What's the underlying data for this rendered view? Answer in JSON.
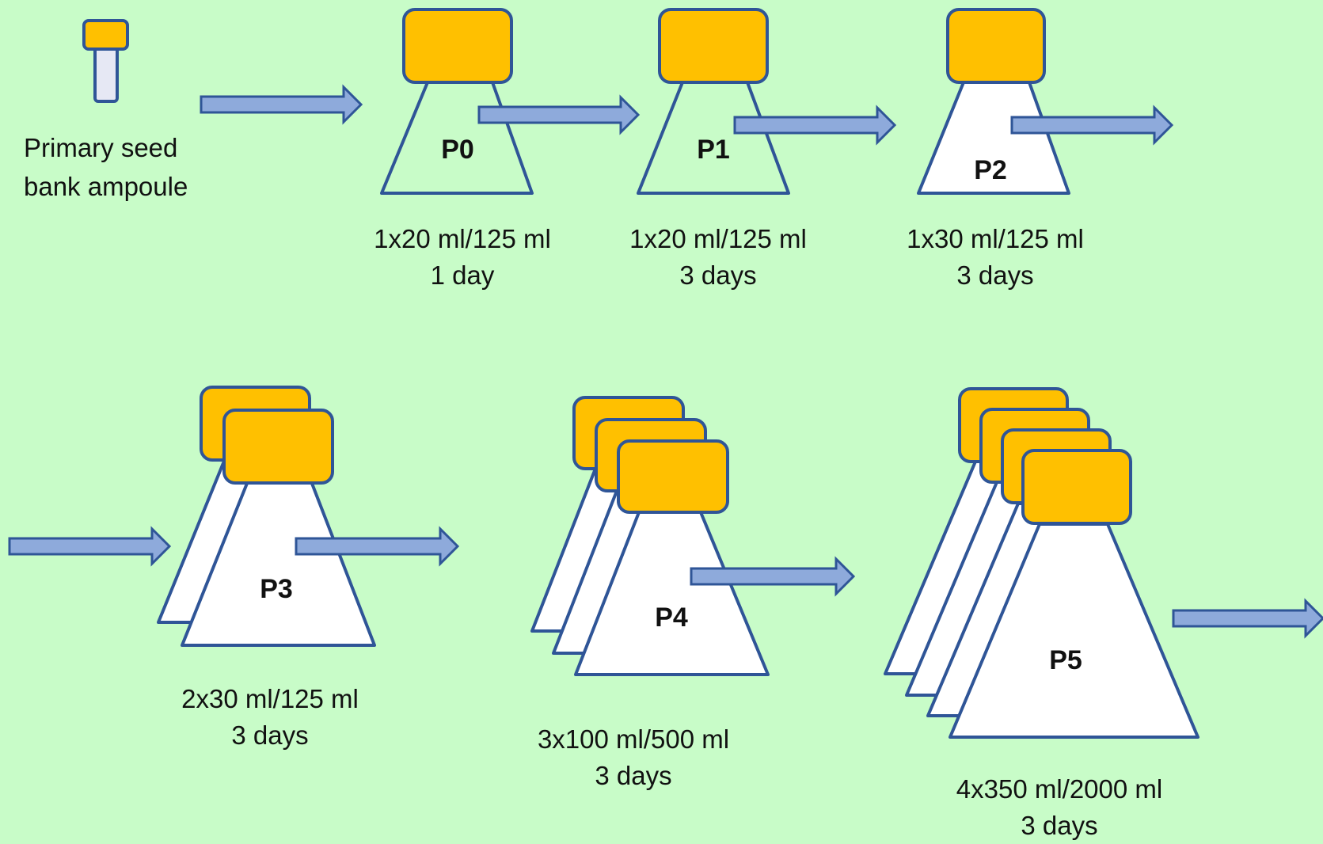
{
  "colors": {
    "background": "#c8fcc8",
    "cap_fill": "#ffc000",
    "outline": "#2f5597",
    "flask_fill": "#ffffff",
    "arrow_fill": "#8eaadb",
    "flask_fill_green": "#c8fcc8"
  },
  "ampoule": {
    "label_line1": "Primary seed",
    "label_line2": "bank ampoule"
  },
  "stages": [
    {
      "name": "P0",
      "volume": "1x20 ml/125 ml",
      "duration": "1 day"
    },
    {
      "name": "P1",
      "volume": "1x20 ml/125 ml",
      "duration": "3 days"
    },
    {
      "name": "P2",
      "volume": "1x30 ml/125 ml",
      "duration": "3 days"
    },
    {
      "name": "P3",
      "volume": "2x30 ml/125 ml",
      "duration": "3 days"
    },
    {
      "name": "P4",
      "volume": "3x100 ml/500 ml",
      "duration": "3 days"
    },
    {
      "name": "P5",
      "volume": "4x350 ml/2000 ml",
      "duration": "3 days"
    }
  ]
}
